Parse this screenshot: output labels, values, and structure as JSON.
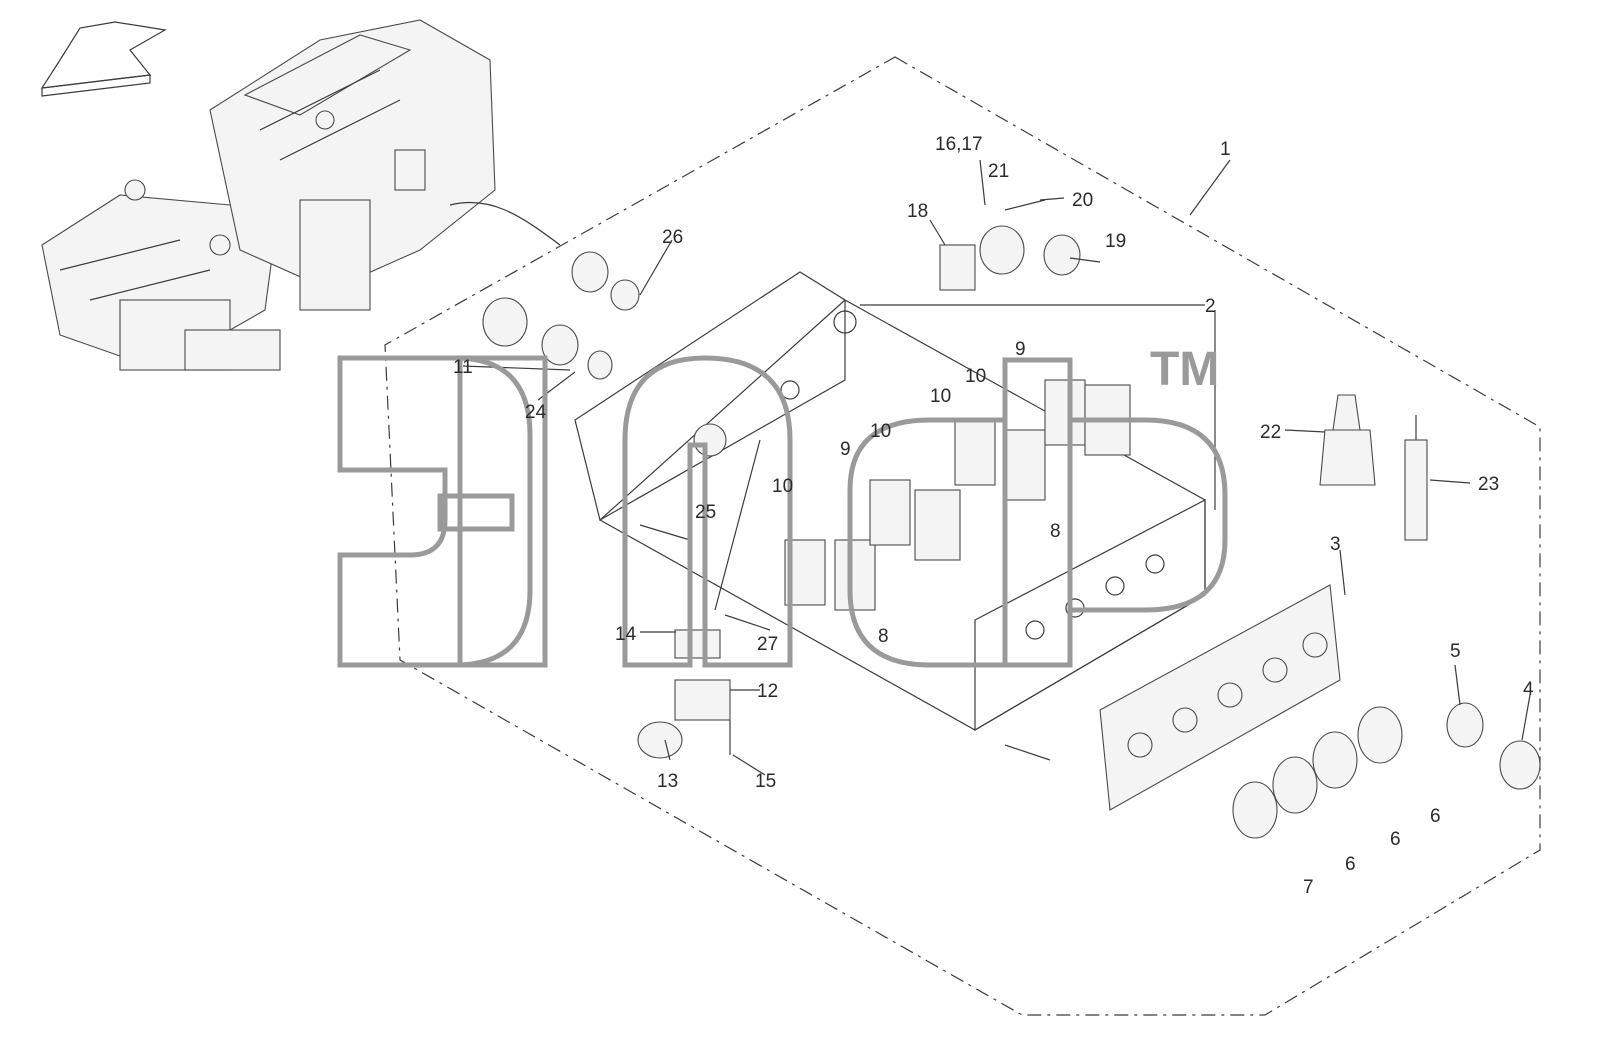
{
  "diagram": {
    "labels": [
      {
        "id": "1",
        "text": "1"
      },
      {
        "id": "2",
        "text": "2"
      },
      {
        "id": "3",
        "text": "3"
      },
      {
        "id": "4",
        "text": "4"
      },
      {
        "id": "5",
        "text": "5"
      },
      {
        "id": "6a",
        "text": "6"
      },
      {
        "id": "6b",
        "text": "6"
      },
      {
        "id": "6c",
        "text": "6"
      },
      {
        "id": "7",
        "text": "7"
      },
      {
        "id": "8a",
        "text": "8"
      },
      {
        "id": "8b",
        "text": "8"
      },
      {
        "id": "9a",
        "text": "9"
      },
      {
        "id": "9b",
        "text": "9"
      },
      {
        "id": "10a",
        "text": "10"
      },
      {
        "id": "10b",
        "text": "10"
      },
      {
        "id": "10c",
        "text": "10"
      },
      {
        "id": "10d",
        "text": "10"
      },
      {
        "id": "11",
        "text": "11"
      },
      {
        "id": "12",
        "text": "12"
      },
      {
        "id": "13",
        "text": "13"
      },
      {
        "id": "14",
        "text": "14"
      },
      {
        "id": "15",
        "text": "15"
      },
      {
        "id": "1617",
        "text": "16,17"
      },
      {
        "id": "18",
        "text": "18"
      },
      {
        "id": "19",
        "text": "19"
      },
      {
        "id": "20",
        "text": "20"
      },
      {
        "id": "21",
        "text": "21"
      },
      {
        "id": "22",
        "text": "22"
      },
      {
        "id": "23",
        "text": "23"
      },
      {
        "id": "24",
        "text": "24"
      },
      {
        "id": "25",
        "text": "25"
      },
      {
        "id": "26",
        "text": "26"
      },
      {
        "id": "27",
        "text": "27"
      }
    ]
  },
  "watermark": {
    "trademark": "TM"
  },
  "icons": [
    "direction-arrow-icon",
    "machine-icon",
    "watermark-logo-icon"
  ]
}
